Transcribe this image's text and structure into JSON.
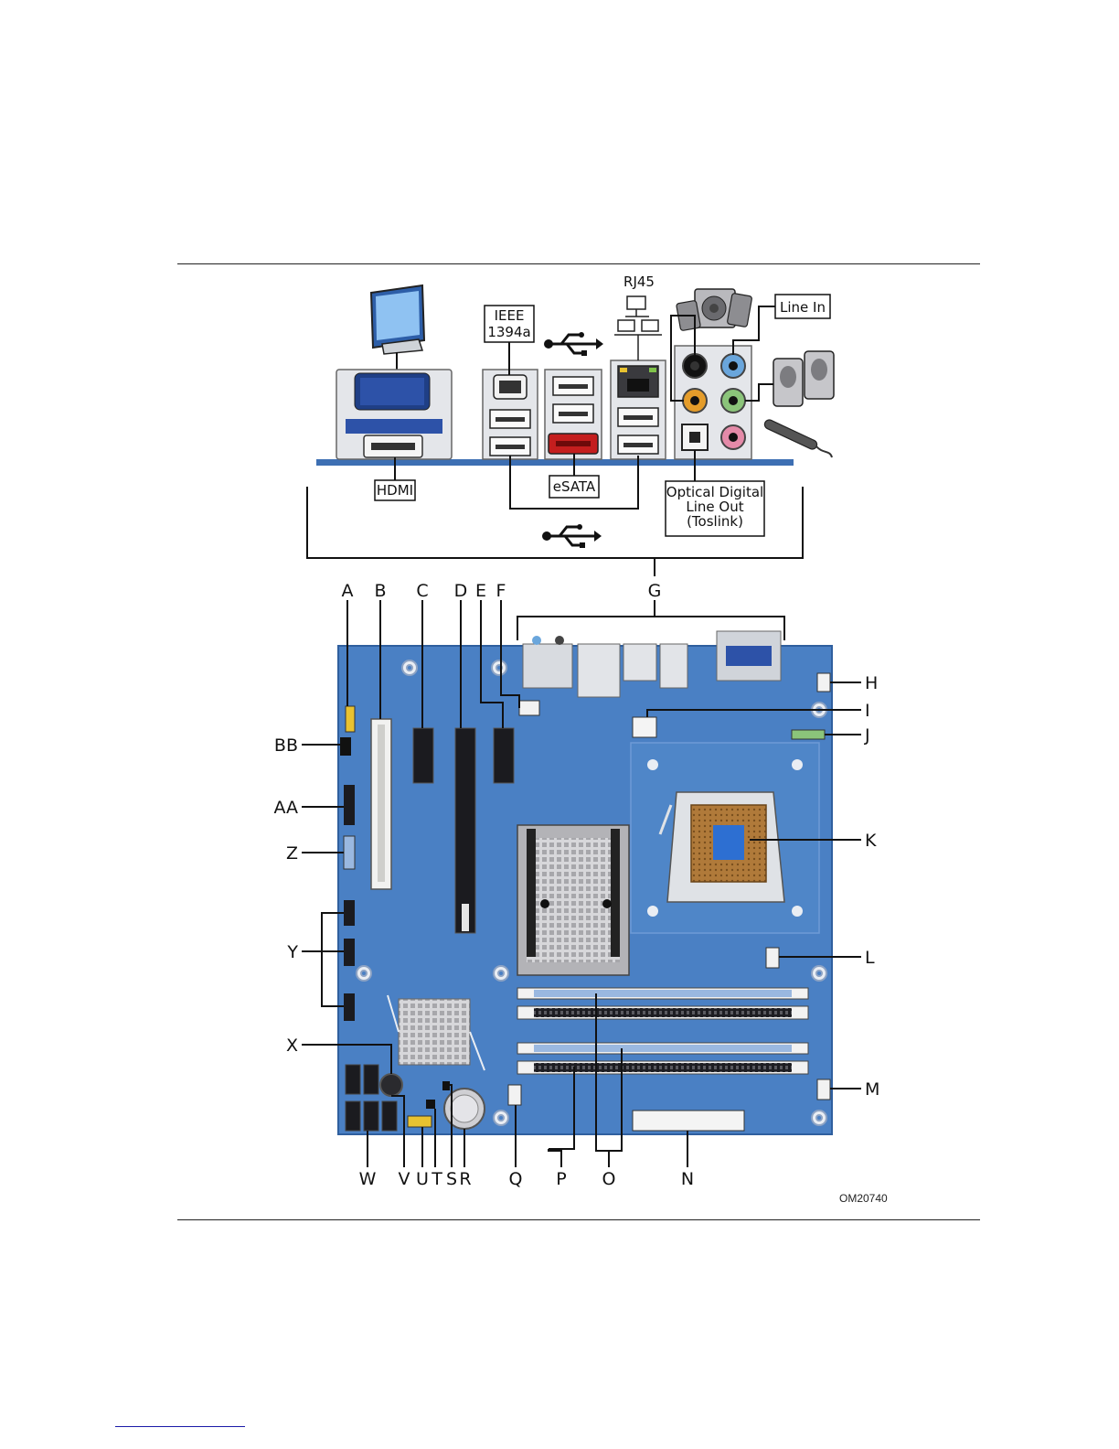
{
  "figure_id": "OM20740",
  "back_panel": {
    "labels": {
      "rj45": "RJ45",
      "ieee": "IEEE",
      "ieee2": "1394a",
      "line_in": "Line In",
      "hdmi": "HDMI",
      "esata": "eSATA",
      "optical1": "Optical Digital",
      "optical2": "Line Out",
      "optical3": "(Toslink)"
    },
    "icons": [
      "monitor-icon",
      "speakers-icon",
      "network-icon",
      "usb-icon",
      "microphone-icon"
    ]
  },
  "callouts": {
    "top": [
      "A",
      "B",
      "C",
      "D",
      "E",
      "F",
      "G"
    ],
    "right": [
      "H",
      "I",
      "J",
      "K",
      "L",
      "M"
    ],
    "left": [
      "BB",
      "AA",
      "Z",
      "Y",
      "X"
    ],
    "bottom": [
      "W",
      "V",
      "U",
      "T",
      "S",
      "R",
      "Q",
      "P",
      "O",
      "N"
    ]
  },
  "colors": {
    "board": "#4a80c4",
    "board_dark": "#2f5f9e",
    "plate": "#3d6fb3",
    "heatsink": "#c9c9cc",
    "socket": "#b07a3a",
    "esata": "#c41e1e"
  }
}
